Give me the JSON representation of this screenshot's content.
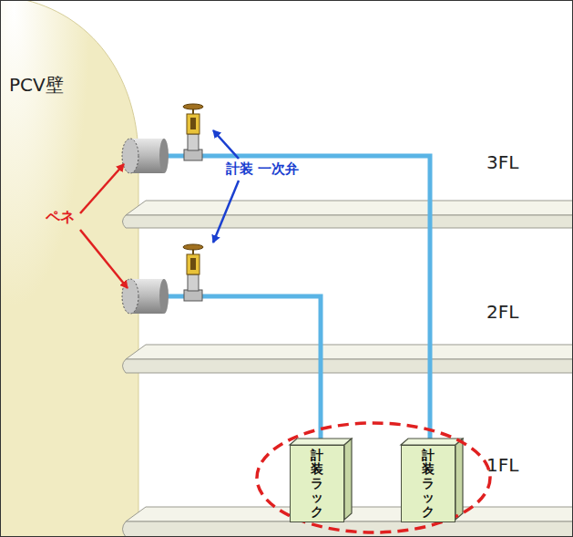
{
  "diagram": {
    "nodes": [
      {
        "text": [
          "PCV壁"
        ]
      },
      {
        "text": [
          "計装ラック"
        ]
      },
      {
        "text": [
          "計装ラック"
        ]
      }
    ],
    "labels": [
      "計装 一次弁",
      "ペネ",
      "3FL",
      "2FL",
      "1FL"
    ]
  }
}
